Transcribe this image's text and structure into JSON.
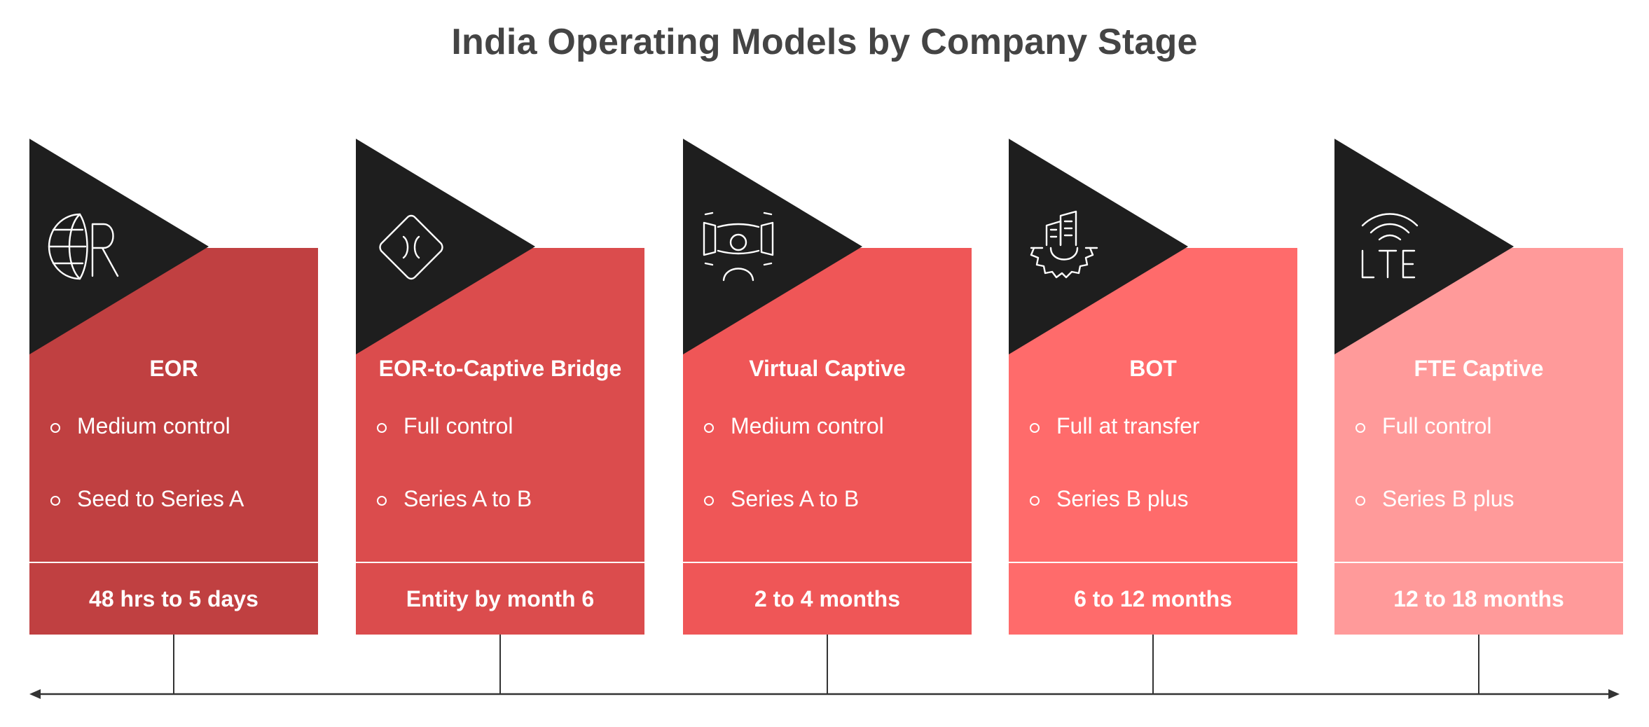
{
  "title": "India Operating Models by Company Stage",
  "models": [
    {
      "name": "EOR",
      "bullets": [
        "Medium control",
        "Seed to Series A"
      ],
      "timeline": "48 hrs to 5 days",
      "color": "#c04041",
      "icon": "eor-icon"
    },
    {
      "name": "EOR-to-Captive Bridge",
      "bullets": [
        "Full control",
        "Series A to B"
      ],
      "timeline": "Entity by month 6",
      "color": "#db4c4d",
      "icon": "bridge-diamond-icon"
    },
    {
      "name": "Virtual Captive",
      "bullets": [
        "Medium control",
        "Series A to B"
      ],
      "timeline": "2 to 4 months",
      "color": "#ef5657",
      "icon": "virtual-meeting-icon"
    },
    {
      "name": "BOT",
      "bullets": [
        "Full at transfer",
        "Series B plus"
      ],
      "timeline": "6 to 12 months",
      "color": "#ff6b6b",
      "icon": "building-gear-icon"
    },
    {
      "name": "FTE Captive",
      "bullets": [
        "Full control",
        "Series B plus"
      ],
      "timeline": "12 to 18 months",
      "color": "#ff9a9a",
      "icon": "lte-icon"
    }
  ]
}
